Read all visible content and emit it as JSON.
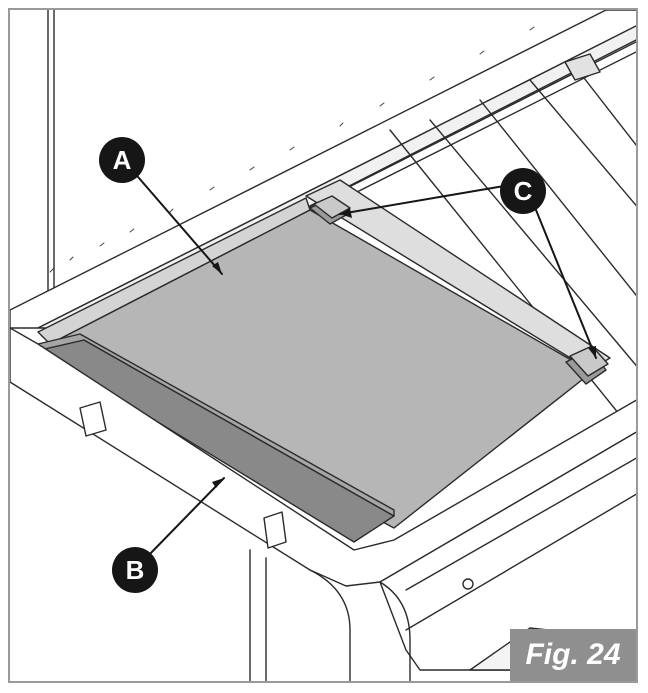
{
  "callouts": {
    "a": "A",
    "b": "B",
    "c": "C"
  },
  "caption": "Fig. 24",
  "colors": {
    "tray_fill": "#b5b6b5",
    "front_lip_fill": "#898989",
    "callout_fill": "#161616",
    "caption_fill": "#8f8f8f",
    "line": "#2b2b2b"
  }
}
